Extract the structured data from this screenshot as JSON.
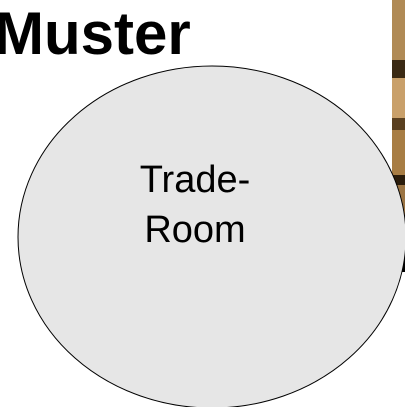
{
  "slide": {
    "title": "Muster",
    "circle": {
      "label_line1": "Trade-",
      "label_line2": "Room",
      "fill_color": "#e6e6e6",
      "stroke_color": "#000000"
    },
    "photo_strip": {
      "icon": "photo-fragment"
    }
  }
}
